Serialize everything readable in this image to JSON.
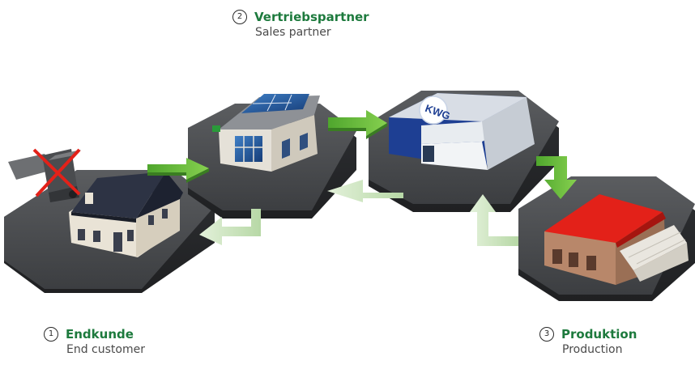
{
  "steps": [
    {
      "number": "1",
      "title_de": "Endkunde",
      "title_en": "End customer"
    },
    {
      "number": "2",
      "title_de": "Vertriebspartner",
      "title_en": "Sales partner"
    },
    {
      "number": "3",
      "title_de": "Produktion",
      "title_en": "Production"
    }
  ],
  "logo": {
    "text": "KWG"
  },
  "colors": {
    "accent_green": "#1d7a3d",
    "arrow_green": "#6cbf3c",
    "arrow_light": "#cfe6c2",
    "roof_red": "#e32119",
    "platform": "#4d4f52"
  }
}
